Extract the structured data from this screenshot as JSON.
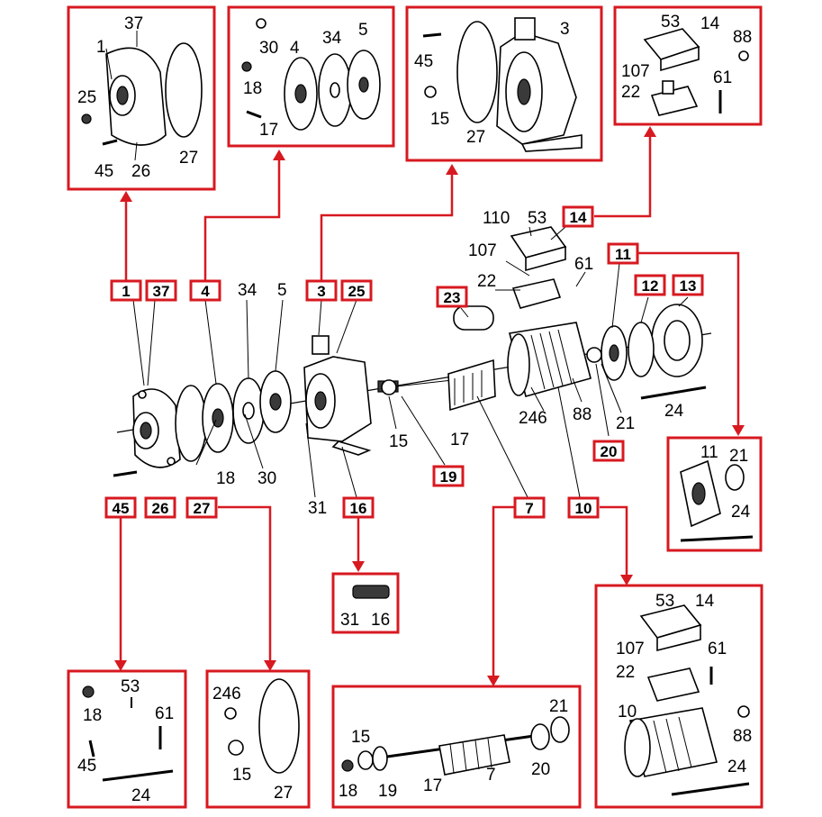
{
  "center_labels": {
    "l_34": "34",
    "l_5": "5",
    "l_61": "61",
    "l_110": "110",
    "l_53": "53",
    "l_107": "107",
    "l_22": "22",
    "l_15": "15",
    "l_17": "17",
    "l_246": "246",
    "l_88": "88",
    "l_21": "21",
    "l_24": "24",
    "l_18": "18",
    "l_30": "30",
    "l_31": "31"
  },
  "center_boxes": {
    "b_1": "1",
    "b_37": "37",
    "b_4": "4",
    "b_3": "3",
    "b_25": "25",
    "b_23": "23",
    "b_14": "14",
    "b_11": "11",
    "b_12": "12",
    "b_13": "13",
    "b_19": "19",
    "b_20": "20",
    "b_45": "45",
    "b_26": "26",
    "b_27": "27",
    "b_16": "16",
    "b_7": "7",
    "b_10": "10"
  },
  "panel_front_cover": {
    "p37": "37",
    "p1": "1",
    "p25": "25",
    "p45": "45",
    "p26": "26",
    "p27": "27"
  },
  "panel_impellers": {
    "p30": "30",
    "p4": "4",
    "p34": "34",
    "p5": "5",
    "p18": "18",
    "p17": "17"
  },
  "panel_pump_body": {
    "p3": "3",
    "p45": "45",
    "p15": "15",
    "p27": "27"
  },
  "panel_terminal_box": {
    "p53": "53",
    "p14": "14",
    "p88": "88",
    "p107": "107",
    "p61": "61",
    "p22": "22"
  },
  "panel_rear_cover": {
    "p11": "11",
    "p21": "21",
    "p24": "24"
  },
  "panel_diffuser": {
    "p31": "31",
    "p16": "16"
  },
  "panel_motor": {
    "p53": "53",
    "p14": "14",
    "p107": "107",
    "p61": "61",
    "p22": "22",
    "p10": "10",
    "p88": "88",
    "p24": "24"
  },
  "panel_small_parts": {
    "p53": "53",
    "p18": "18",
    "p61": "61",
    "p45": "45",
    "p24": "24"
  },
  "panel_seals": {
    "p246": "246",
    "p15": "15",
    "p27": "27"
  },
  "panel_rotor": {
    "p15": "15",
    "p21": "21",
    "p18": "18",
    "p19": "19",
    "p17": "17",
    "p7": "7",
    "p20": "20"
  },
  "colors": {
    "accent": "#d71920",
    "ink": "#000000",
    "background": "#ffffff"
  }
}
